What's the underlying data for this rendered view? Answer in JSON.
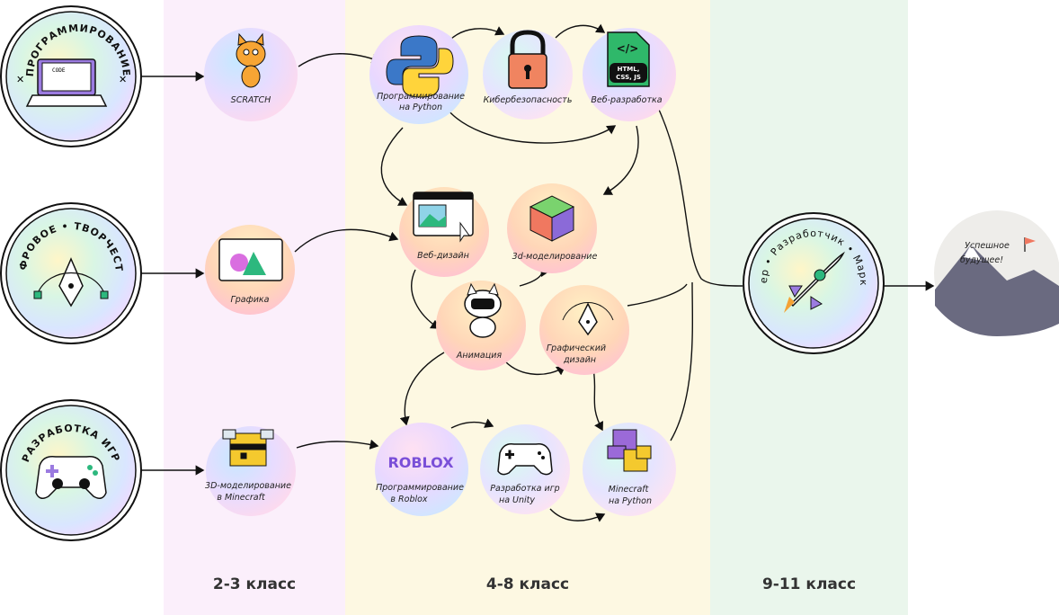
{
  "grades": {
    "g23": "2-3 класс",
    "g48": "4-8 класс",
    "g911": "9-11 класс"
  },
  "tracks": {
    "programming": "ПРОГРАММИРОВАНИЕ",
    "digital": "ЦИФРОВОЕ • ТВОРЧЕСТВО",
    "gamedev": "РАЗРАБОТКА ИГР",
    "career": "Дизайнер • Разработчик • Маркетолог"
  },
  "nodes": {
    "scratch": "SCRATCH",
    "python1": "Программирование",
    "python2": "на Python",
    "cyber": "Кибербезопасность",
    "web": "Веб-разработка",
    "webdesign": "Веб-дизайн",
    "model3d": "3d-моделирование",
    "graphics": "Графика",
    "animation": "Анимация",
    "gdesign1": "Графический",
    "gdesign2": "дизайн",
    "minecraft3d1": "3D-моделирование",
    "minecraft3d2": "в Minecraft",
    "roblox1": "Программирование",
    "roblox2": "в Roblox",
    "unity1": "Разработка игр",
    "unity2": "на Unity",
    "mcpy1": "Minecraft",
    "mcpy2": "на Python",
    "future1": "Успешное",
    "future2": "будущее!"
  },
  "icons": {
    "code_screen": "CODE",
    "webdev_tag": "</>",
    "webdev_langs1": "HTML,",
    "webdev_langs2": "CSS, JS",
    "roblox_logo": "ROBLOX"
  },
  "colors": {
    "accent": "#9b7be0",
    "ink": "#111111"
  }
}
